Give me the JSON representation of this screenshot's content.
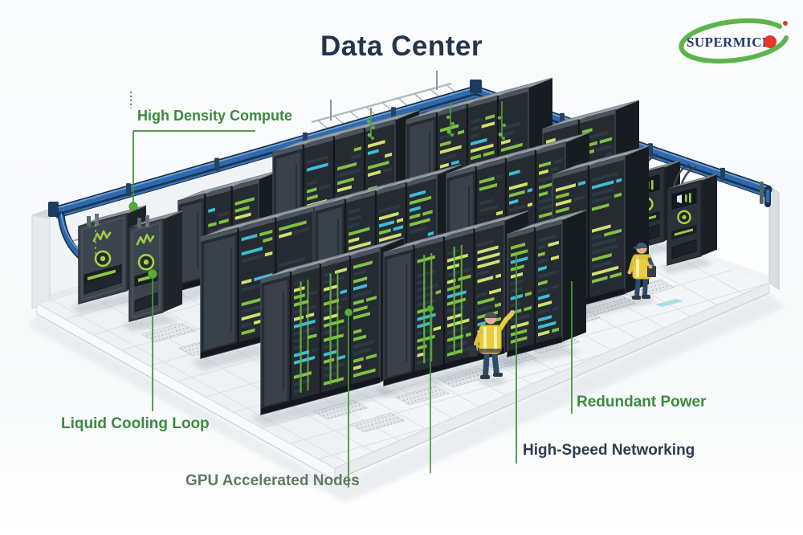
{
  "page": {
    "title": "Data Center"
  },
  "logo": {
    "text": "SUPERMICR",
    "dot_letter": "O"
  },
  "annotations": {
    "high_density_compute": {
      "label": "High Density Compute"
    },
    "liquid_cooling_loop": {
      "label": "Liquid Cooling Loop"
    },
    "gpu_accelerated_nodes": {
      "label": "GPU Accelerated Nodes"
    },
    "high_speed_networking": {
      "label": "High-Speed Networking"
    },
    "redundant_power": {
      "label": "Redundant Power"
    }
  },
  "colors": {
    "label_green": "#3a8a3f",
    "label_muted_green": "#5e7b63",
    "label_navy": "#2a3a52",
    "title_navy": "#24344d",
    "logo_blue": "#23356f",
    "logo_red": "#e2382c",
    "swoosh_green": "#5cb54b",
    "pipe_blue": "#2e6aad",
    "led_green": "#81c143",
    "led_cyan": "#3fbcd6",
    "led_yellow": "#cfe070"
  },
  "scene": {
    "rack_rows": 3,
    "technicians": 2,
    "cooling_units": 2,
    "power_cabinets": 2
  }
}
